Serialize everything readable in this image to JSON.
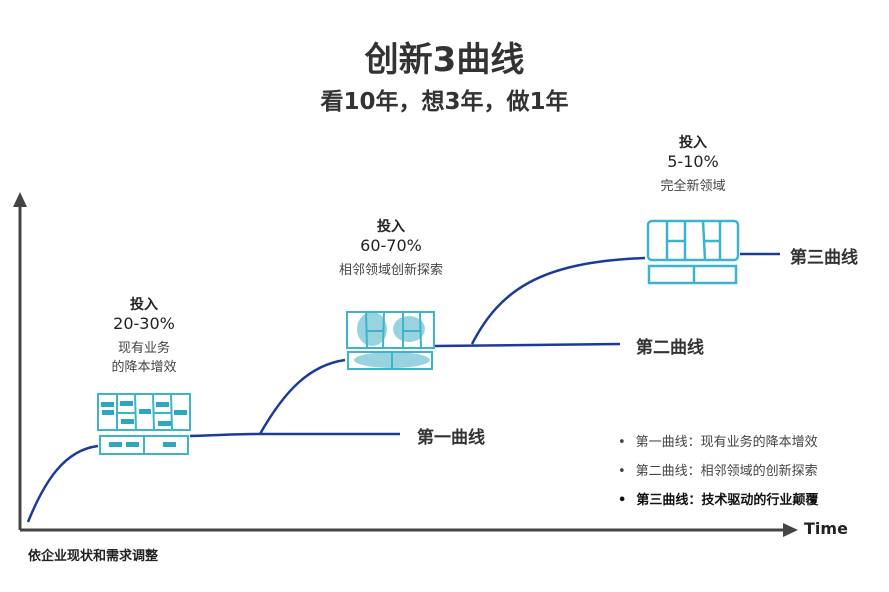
{
  "title": "创新3曲线",
  "subtitle": "看10年，想3年，做1年",
  "curves": [
    {
      "invest_label": "投入",
      "percent": "20-30%",
      "desc_lines": [
        "现有业务",
        "的降本增效"
      ],
      "name": "第一曲线"
    },
    {
      "invest_label": "投入",
      "percent": "60-70%",
      "desc_lines": [
        "相邻领域创新探索"
      ],
      "name": "第二曲线"
    },
    {
      "invest_label": "投入",
      "percent": "5-10%",
      "desc_lines": [
        "完全新领域"
      ],
      "name": "第三曲线"
    }
  ],
  "legend": [
    "第一曲线：现有业务的降本增效",
    "第二曲线：相邻领域的创新探索",
    "第三曲线：技术驱动的行业颠覆"
  ],
  "axes": {
    "x_label": "Time",
    "y_label": "依企业现状和需求调整"
  },
  "colors": {
    "curve": "#1a3a9c",
    "sketch": "#3bb4cc",
    "axis": "#444444"
  }
}
